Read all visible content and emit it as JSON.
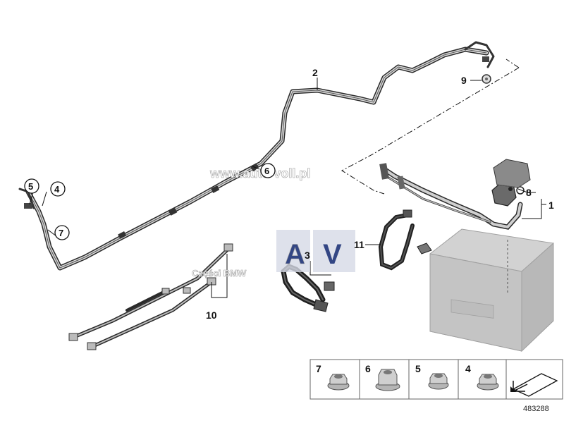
{
  "callouts": {
    "c1": "1",
    "c2": "2",
    "c3": "3",
    "c4": "4",
    "c5": "5",
    "c6": "6",
    "c7": "7",
    "c8": "8",
    "c9": "9",
    "c10": "10",
    "c11": "11"
  },
  "watermark": {
    "site": "www.auto-voll.pl",
    "logo_left": "A",
    "logo_right": "V",
    "brand": "Części BMW"
  },
  "legend": {
    "items": [
      {
        "label": "7"
      },
      {
        "label": "6"
      },
      {
        "label": "5"
      },
      {
        "label": "4"
      }
    ]
  },
  "diagram_id": "483288"
}
